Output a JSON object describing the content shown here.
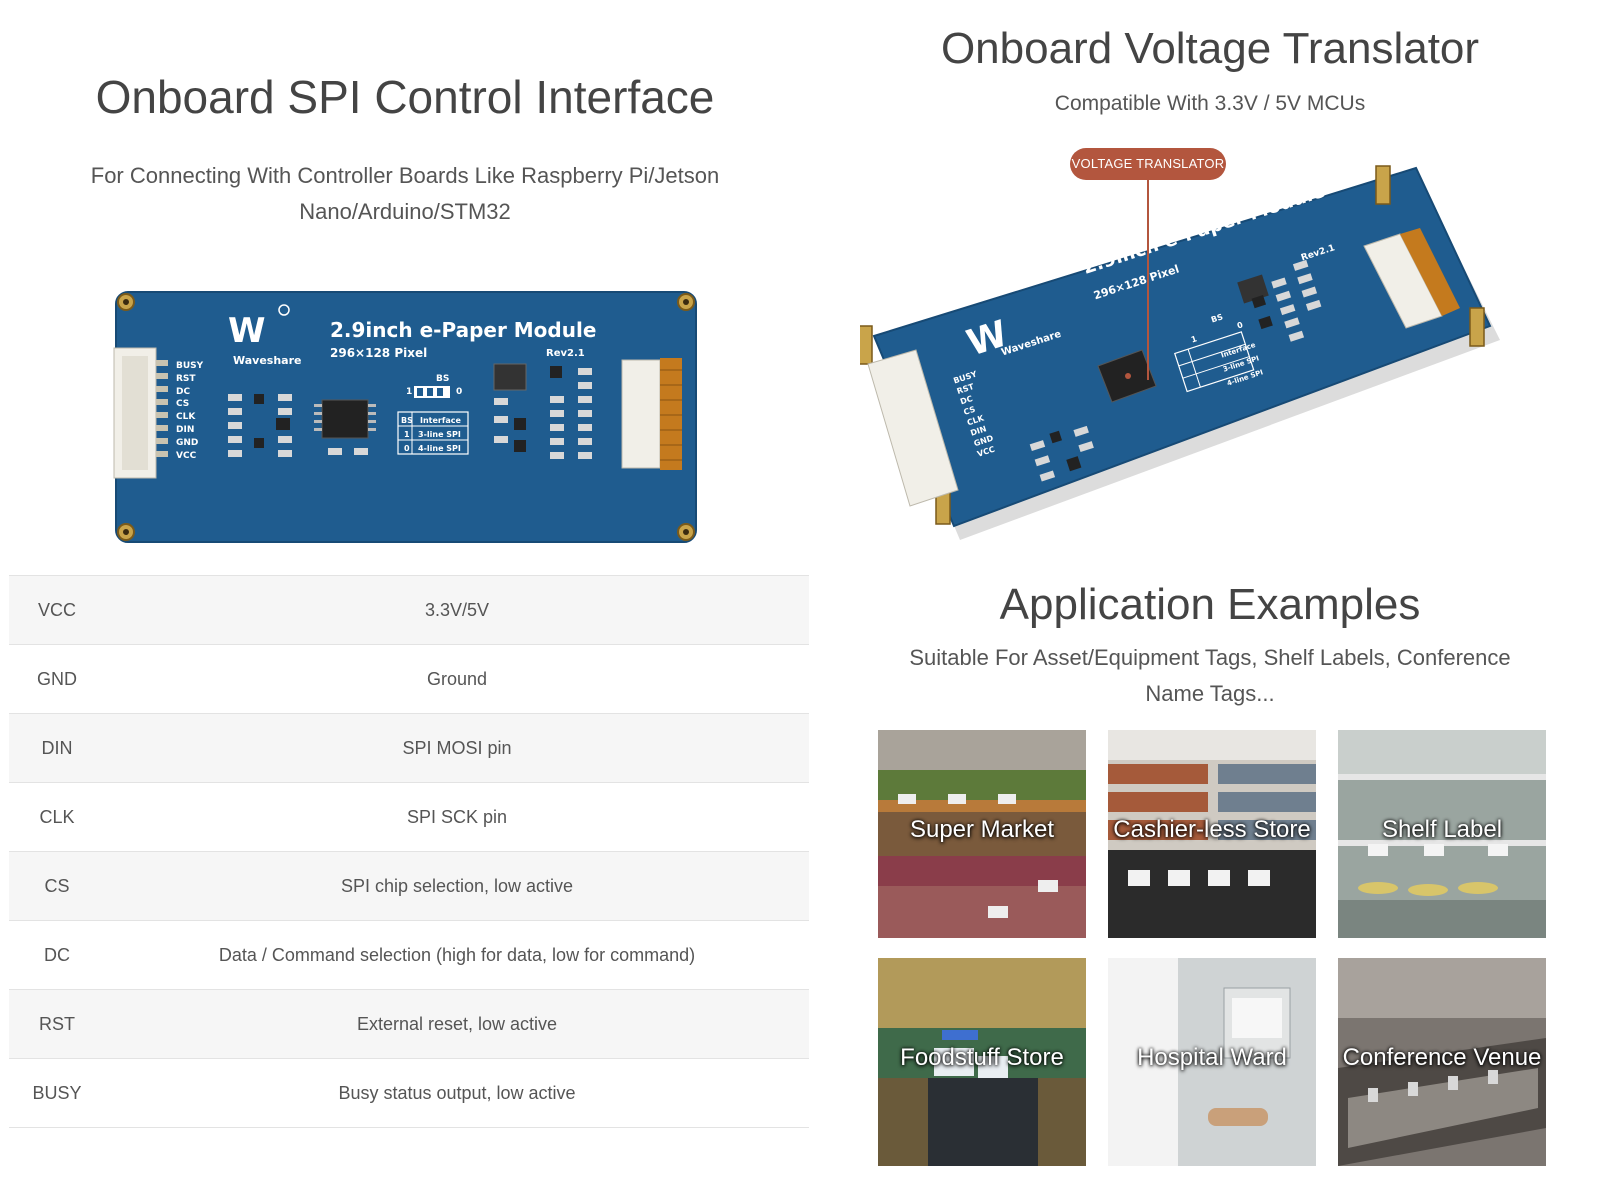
{
  "spi_section": {
    "title": "Onboard SPI Control Interface",
    "subtitle_line1": "For Connecting With Controller Boards Like Raspberry Pi/Jetson",
    "subtitle_line2": "Nano/Arduino/STM32"
  },
  "board": {
    "name": "2.9inch e-Paper Module",
    "resolution": "296×128 Pixel",
    "brand": "Waveshare",
    "revision": "Rev2.1",
    "bs_label": "BS",
    "bs_one": "1",
    "bs_zero": "0",
    "interface_header": "Interface",
    "interface_rows": [
      {
        "bs": "1",
        "mode": "3-line SPI"
      },
      {
        "bs": "0",
        "mode": "4-line SPI"
      }
    ],
    "pin_labels": [
      "BUSY",
      "RST",
      "DC",
      "CS",
      "CLK",
      "DIN",
      "GND",
      "VCC"
    ]
  },
  "pin_table": {
    "rows": [
      {
        "pin": "VCC",
        "description": "3.3V/5V"
      },
      {
        "pin": "GND",
        "description": "Ground"
      },
      {
        "pin": "DIN",
        "description": "SPI MOSI pin"
      },
      {
        "pin": "CLK",
        "description": "SPI SCK pin"
      },
      {
        "pin": "CS",
        "description": "SPI chip selection, low active"
      },
      {
        "pin": "DC",
        "description": "Data / Command selection (high for data, low for command)"
      },
      {
        "pin": "RST",
        "description": "External reset, low active"
      },
      {
        "pin": "BUSY",
        "description": "Busy status output, low active"
      }
    ]
  },
  "voltage_section": {
    "title": "Onboard Voltage Translator",
    "subtitle": "Compatible With 3.3V / 5V MCUs",
    "badge": "VOLTAGE TRANSLATOR"
  },
  "applications": {
    "title": "Application Examples",
    "subtitle_line1": "Suitable For Asset/Equipment Tags, Shelf Labels, Conference",
    "subtitle_line2": "Name Tags...",
    "tiles": [
      {
        "label": "Super Market"
      },
      {
        "label": "Cashier-less Store"
      },
      {
        "label": "Shelf Label"
      },
      {
        "label": "Foodstuff Store"
      },
      {
        "label": "Hospital Ward"
      },
      {
        "label": "Conference Venue"
      }
    ]
  },
  "colors": {
    "pcb_blue": "#1f5c8f",
    "badge": "#b3563e",
    "title_text": "#444444"
  }
}
